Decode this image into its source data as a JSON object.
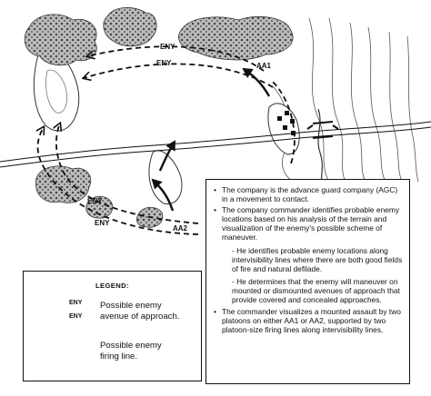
{
  "map": {
    "labels": {
      "eny_top_1": "ENY",
      "eny_top_2": "ENY",
      "aa1": "AA1",
      "eny_left_1": "ENY",
      "eny_left_2": "ENY",
      "aa2": "AA2"
    }
  },
  "legend": {
    "title": "LEGEND:",
    "eny_label_1": "ENY",
    "eny_label_2": "ENY",
    "avenue_text_line1": "Possible enemy",
    "avenue_text_line2": "avenue of approach.",
    "firing_text_line1": "Possible enemy",
    "firing_text_line2": "firing line."
  },
  "notes": {
    "bullet": "•",
    "n1": "The company is the advance guard company (AGC) in  a movement to contact.",
    "n2": "The company commander identifies probable enemy locations based on his analysis of the terrain and visualization of the enemy's possible scheme of maneuver.",
    "n2a": "- He identifies probable enemy locations along intervisibility lines where there are both good fields of fire and natural defilade.",
    "n2b": "- He determines that the enemy will maneuver on mounted or dismounted avenues of approach that provide covered and concealed approaches.",
    "n3": "The commander visualizes a mounted assault by two platoons on either AA1 or AA2, supported by two platoon-size firing lines along intervisibility lines."
  }
}
